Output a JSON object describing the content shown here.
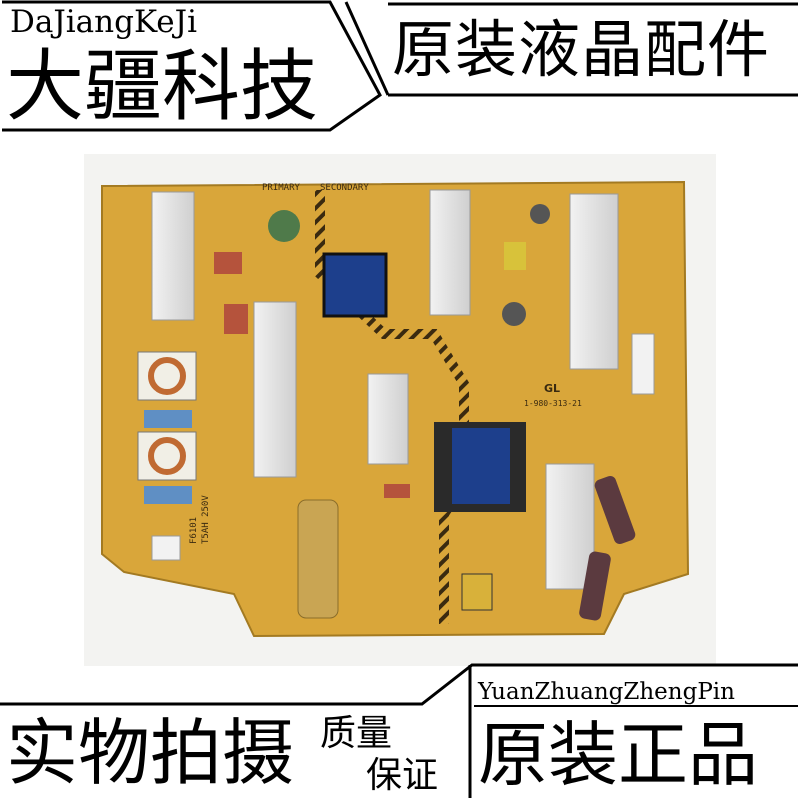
{
  "header": {
    "brand_en": "DaJiangKeJi",
    "brand_cn": "大疆科技",
    "banner": "原装液晶配件"
  },
  "photo": {
    "board_labels": {
      "zone_primary": "PRIMARY",
      "zone_secondary": "SECONDARY",
      "part_number": "1-980-313-21",
      "fuse_label": "F6101",
      "fuse_rating": "T5AH 250V",
      "logo_mark": "GL"
    },
    "colors": {
      "pcb": "#d9a63a",
      "heatsink": "#e6e6e6",
      "transformer_core": "#1d3f8c",
      "capacitor_dark": "#5b3a3f",
      "capacitor_gold": "#c9a553",
      "copper_coil": "#c06a32"
    }
  },
  "footer": {
    "left_big": "实物拍摄",
    "quality": "质量",
    "guarantee": "保证",
    "right_en": "YuanZhuangZhengPin",
    "right_cn": "原装正品"
  }
}
